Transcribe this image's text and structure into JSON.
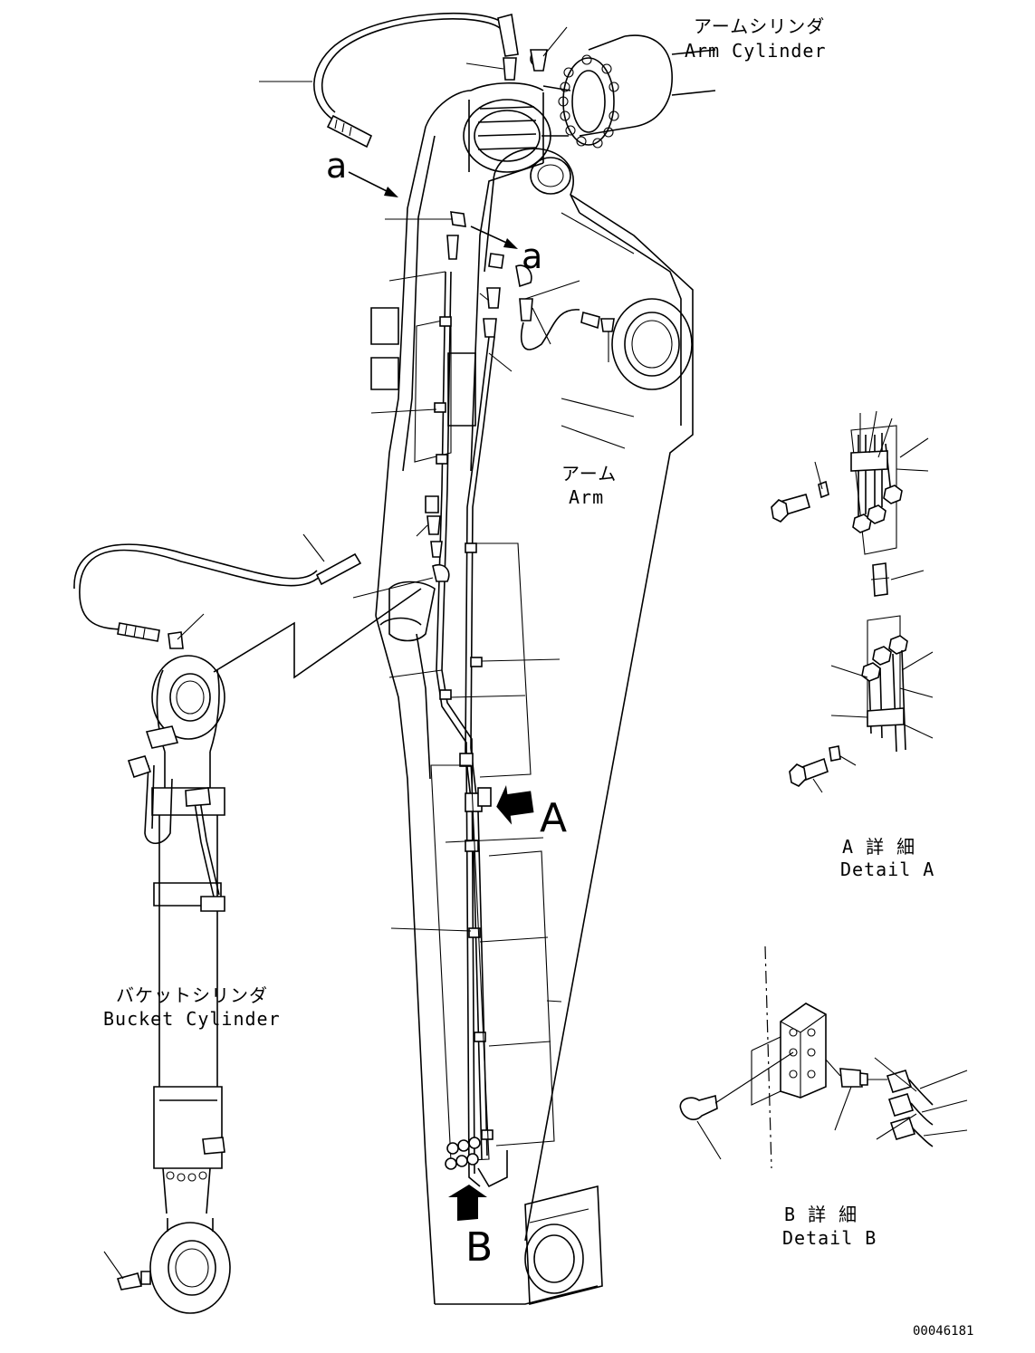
{
  "labels": {
    "arm_cylinder_jp": "アームシリンダ",
    "arm_cylinder_en": "Arm Cylinder",
    "arm_jp": "アーム",
    "arm_en": "Arm",
    "bucket_cylinder_jp": "バケットシリンダ",
    "bucket_cylinder_en": "Bucket Cylinder",
    "detail_a_jp": "A 詳 細",
    "detail_a_en": "Detail A",
    "detail_b_jp": "B 詳 細",
    "detail_b_en": "Detail B",
    "view_a": "A",
    "view_b": "B",
    "section_a_left": "a",
    "section_a_right": "a",
    "drawing_number": "00046181"
  }
}
